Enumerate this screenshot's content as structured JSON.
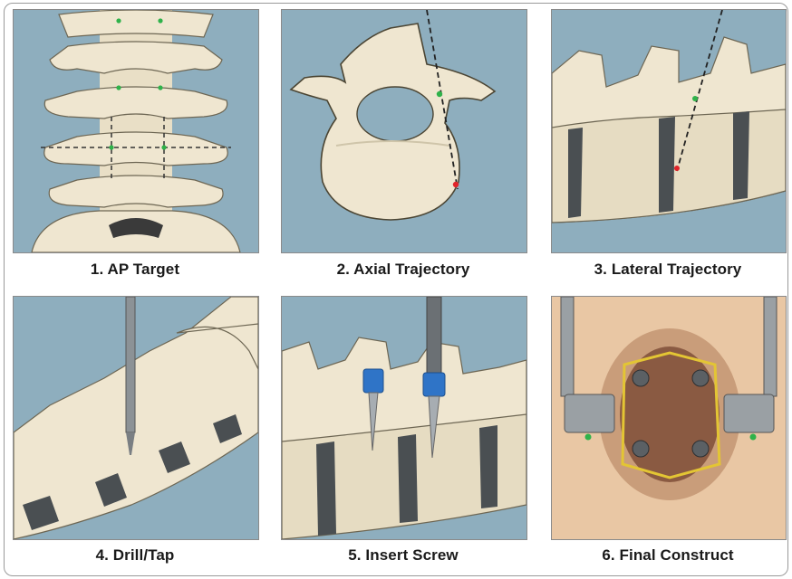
{
  "figure": {
    "panels": [
      {
        "id": "ap-target",
        "caption": "1. AP Target"
      },
      {
        "id": "axial-trajectory",
        "caption": "2. Axial Trajectory"
      },
      {
        "id": "lateral-trajectory",
        "caption": "3. Lateral Trajectory"
      },
      {
        "id": "drill-tap",
        "caption": "4. Drill/Tap"
      },
      {
        "id": "insert-screw",
        "caption": "5. Insert Screw"
      },
      {
        "id": "final-construct",
        "caption": "6. Final Construct"
      }
    ]
  },
  "colors": {
    "background_blue": "#8eaebe",
    "bone": "#efe6d0",
    "bone_shadow": "#c9bfa3",
    "disc": "#4a4f52",
    "marker_green": "#2fb24a",
    "marker_red": "#e0242a",
    "screw_blue": "#2f74c7",
    "surgical_skin": "#e9c7a4"
  }
}
